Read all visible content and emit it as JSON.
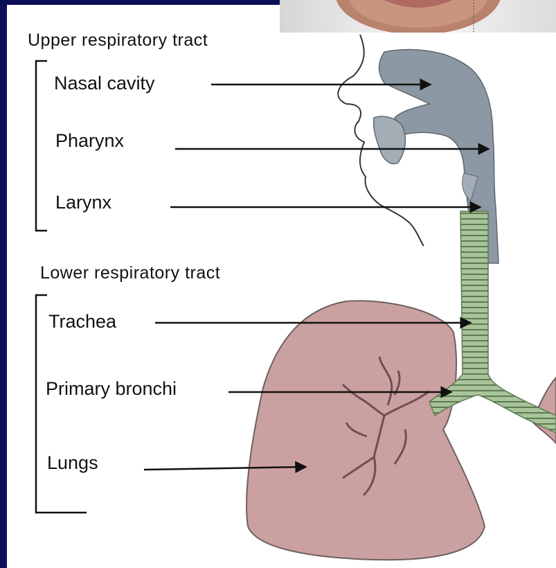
{
  "upper_tract": {
    "heading": "Upper respiratory tract",
    "labels": [
      "Nasal cavity",
      "Pharynx",
      "Larynx"
    ]
  },
  "lower_tract": {
    "heading": "Lower respiratory tract",
    "labels": [
      "Trachea",
      "Primary bronchi",
      "Lungs"
    ]
  },
  "colors": {
    "slide_background": "#0b0f5a",
    "panel_background": "#ffffff",
    "airway_gray": "#8c98a4",
    "trachea_green": "#a9c39a",
    "lung_pink": "#caa1a0",
    "lung_outline": "#6e6060",
    "text": "#111111"
  }
}
